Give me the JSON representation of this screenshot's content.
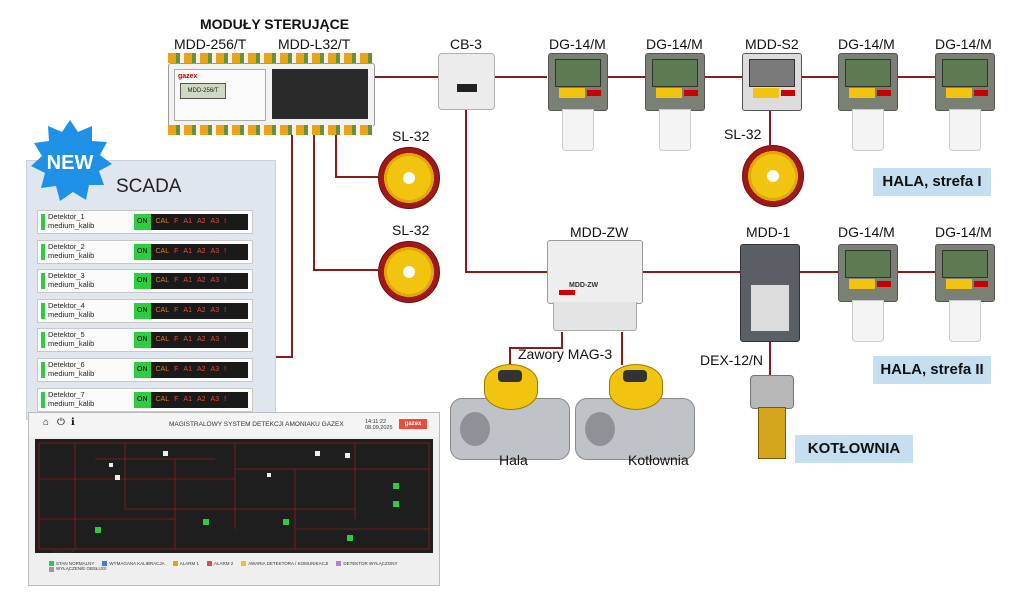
{
  "header": {
    "moduly_title": "MODUŁY STERUJĄCE",
    "ctrl1": "MDD-256/T",
    "ctrl2": "MDD-L32/T",
    "cb3": "CB-3"
  },
  "detectors_top": [
    "DG-14/M",
    "DG-14/M",
    "MDD-S2",
    "DG-14/M",
    "DG-14/M"
  ],
  "detectors_mid": {
    "mdd1": "MDD-1",
    "dg1": "DG-14/M",
    "dg2": "DG-14/M"
  },
  "sirens": {
    "s1": "SL-32",
    "s2": "SL-32",
    "s3": "SL-32"
  },
  "mddzw": {
    "label": "MDD-ZW",
    "panel_text": "MDD-ZW"
  },
  "valves": {
    "title": "Zawory MAG-3",
    "hala": "Hala",
    "kotlownia": "Kotłownia"
  },
  "dex": "DEX-12/N",
  "zones": {
    "zone1": "HALA, strefa I",
    "zone2": "HALA, strefa II",
    "kotlownia": "KOTŁOWNIA"
  },
  "controller_panel": {
    "brand": "gazex",
    "model": "MDD-256/T"
  },
  "badge": "NEW",
  "scada": {
    "title": "SCADA",
    "status_labels": {
      "on": "ON",
      "cal": "CAL",
      "f": "F",
      "a1": "A1",
      "a2": "A2",
      "a3": "A3",
      "bang": "!"
    },
    "rows": [
      {
        "name": "Detektor_1",
        "sub": "medium_kalib"
      },
      {
        "name": "Detektor_2",
        "sub": "medium_kalib"
      },
      {
        "name": "Detektor_3",
        "sub": "medium_kalib"
      },
      {
        "name": "Detektor_4",
        "sub": "medium_kalib"
      },
      {
        "name": "Detektor_5",
        "sub": "medium_kalib"
      },
      {
        "name": "Detektor_6",
        "sub": "medium_kalib"
      },
      {
        "name": "Detektor_7",
        "sub": "medium_kalib"
      }
    ]
  },
  "screenshot": {
    "title": "MAGISTRALOWY SYSTEM DETEKCJI AMONIAKU GAZEX",
    "time": "14:11:22",
    "date": "08.09.2025",
    "brand": "gazex",
    "legend_title": "LEGENDA:",
    "legend": [
      {
        "label": "STAN NORMALNY",
        "color": "#2ecc40"
      },
      {
        "label": "WYMAGANA KALIBRACJA",
        "color": "#3b7dd8"
      },
      {
        "label": "ALARM 1",
        "color": "#f39c12"
      },
      {
        "label": "ALARM 2",
        "color": "#e74c3c"
      },
      {
        "label": "AWARIA DETEKTORA / KOMUNIKACJI",
        "color": "#f1c40f"
      },
      {
        "label": "DETEKTOR WYŁĄCZONY",
        "color": "#b57edc"
      },
      {
        "label": "WYŁĄCZENIE OBSŁUGI",
        "color": "#999999"
      }
    ]
  },
  "colors": {
    "wire": "#8b1a1a",
    "tag_bg": "#c5dff0",
    "scada_bg": "#dfe6ee",
    "on": "#2ecc40"
  }
}
